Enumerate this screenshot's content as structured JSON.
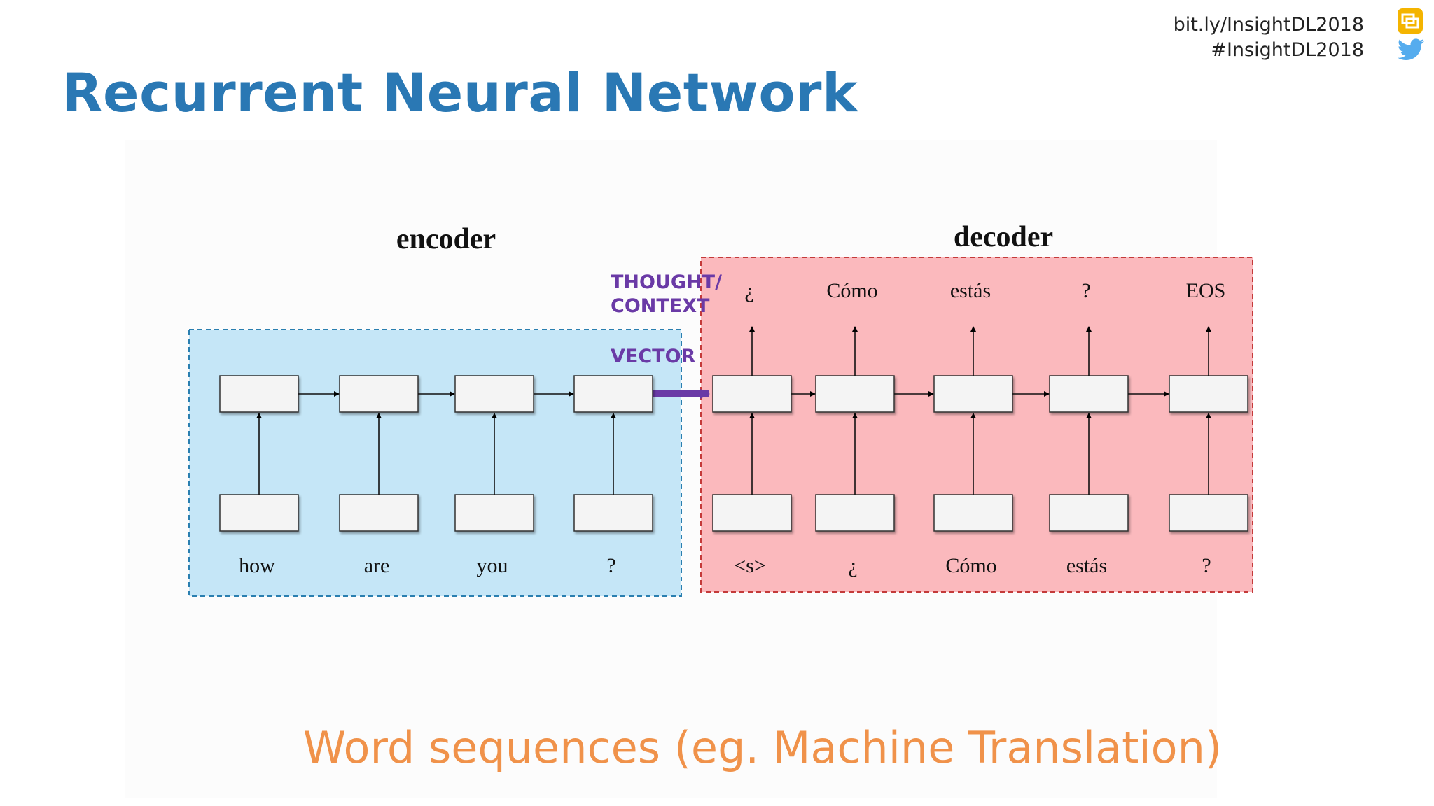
{
  "slide": {
    "title": "Recurrent Neural Network",
    "subtitle": "Word sequences (eg. Machine Translation)"
  },
  "header": {
    "link": "bit.ly/InsightDL2018",
    "hashtag": "#InsightDL2018",
    "icons": [
      "slides-icon",
      "twitter-icon"
    ]
  },
  "diagram": {
    "encoder_label": "encoder",
    "decoder_label": "decoder",
    "context_label_line1": "THOUGHT/",
    "context_label_line2": "CONTEXT",
    "context_label_line3": "VECTOR",
    "encoder_inputs": [
      "how",
      "are",
      "you",
      "?"
    ],
    "decoder_inputs": [
      "<s>",
      "¿",
      "Cómo",
      "estás",
      "?"
    ],
    "decoder_outputs": [
      "¿",
      "Cómo",
      "estás",
      "?",
      "EOS"
    ],
    "colors": {
      "encoder_fill": "#c5e6f7",
      "encoder_border": "#2a7fb0",
      "decoder_fill": "#fbb9bd",
      "decoder_border": "#c43a3a",
      "context_arrow": "#6a3aa6",
      "title": "#2a78b4",
      "subtitle": "#f0924a"
    }
  }
}
